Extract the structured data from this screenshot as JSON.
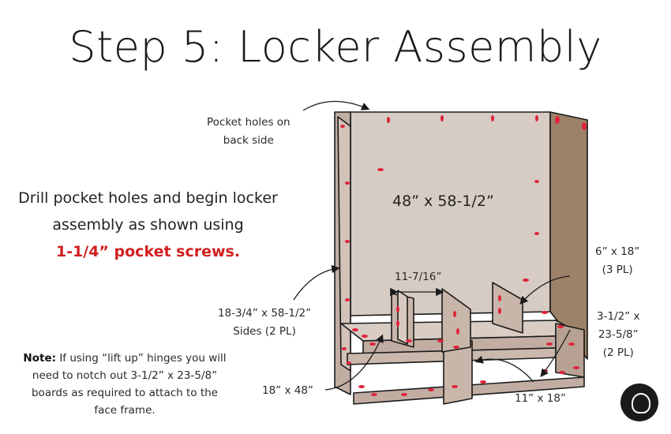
{
  "title": "Step 5: Locker Assembly",
  "instructions": {
    "line1": "Drill pocket holes and begin locker",
    "line2": "assembly as shown using",
    "highlight": "1-1/4” pocket screws."
  },
  "note": {
    "label": "Note:",
    "text": "If using “lift up” hinges you will need to notch out 3-1/2” x 23-5/8” boards as required to attach to the face frame."
  },
  "labels": {
    "pocket_holes_1": "Pocket holes on",
    "pocket_holes_2": "back side",
    "back_panel": "48” x 58-1/2”",
    "gap": "11-7/16”",
    "divider_1": "6” x 18”",
    "divider_2": "(3 PL)",
    "sides_1": "18-3/4” x 58-1/2”",
    "sides_2": "Sides (2 PL)",
    "rail_1": "3-1/2” x",
    "rail_2": "23-5/8”",
    "rail_3": "(2 PL)",
    "shelf": "18” x 48”",
    "cubby": "11” x 18”"
  },
  "colors": {
    "wood_light": "#d4c8be",
    "wood_edge": "#c2ada3",
    "wood_dark": "#9e8268",
    "pocket_hole": "#e0243a",
    "line": "#1a1a1a",
    "accent_red": "#d11f1f"
  }
}
